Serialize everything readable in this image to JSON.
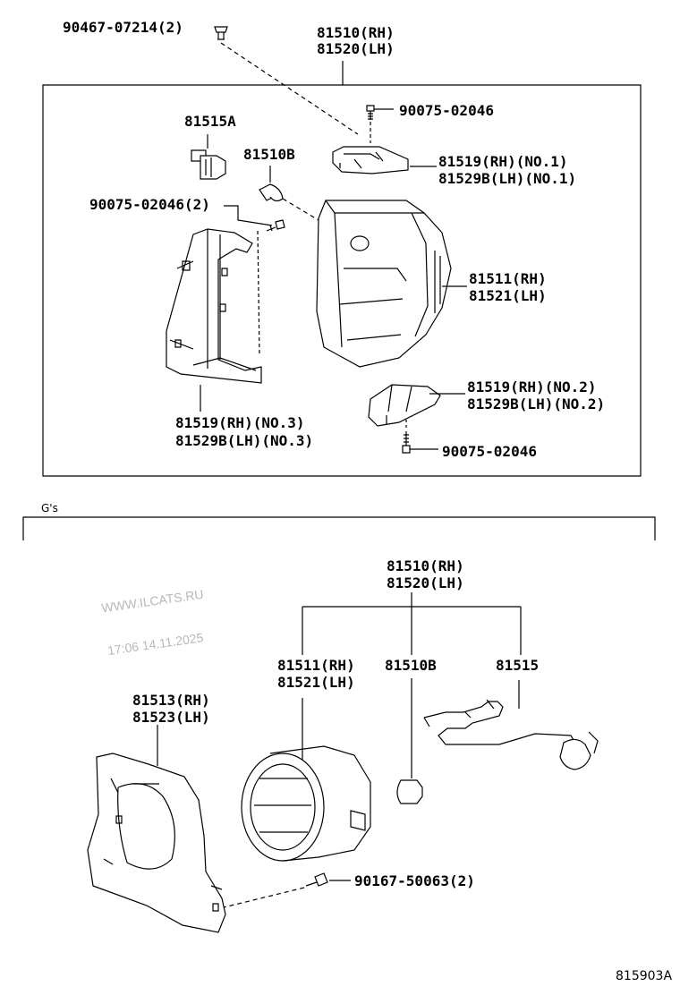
{
  "section_label": "G's",
  "watermark": {
    "line1": "WWW.ILCATS.RU",
    "line2": "17:06 14.11.2025"
  },
  "figure_number": "815903A",
  "top_assembly": {
    "part_top_line1": "81510(RH)",
    "part_top_line2": "81520(LH)",
    "clip": "90467-07214(2)",
    "screw_top": "90075-02046",
    "socket": "81515A",
    "bulb": "81510B",
    "screw_left": "90075-02046(2)",
    "bracket1_line1": "81519(RH)(NO.1)",
    "bracket1_line2": "81529B(LH)(NO.1)",
    "housing_line1": "81511(RH)",
    "housing_line2": "81521(LH)",
    "bracket2_line1": "81519(RH)(NO.2)",
    "bracket2_line2": "81529B(LH)(NO.2)",
    "bracket3_line1": "81519(RH)(NO.3)",
    "bracket3_line2": "81529B(LH)(NO.3)",
    "screw_bottom": "90075-02046"
  },
  "bottom_assembly": {
    "part_top_line1": "81510(RH)",
    "part_top_line2": "81520(LH)",
    "lamp_line1": "81511(RH)",
    "lamp_line2": "81521(LH)",
    "bulb": "81510B",
    "harness": "81515",
    "cover_line1": "81513(RH)",
    "cover_line2": "81523(LH)",
    "screw": "90167-50063(2)"
  },
  "colors": {
    "line": "#000000",
    "watermark": "#b8b8b8",
    "background": "#ffffff"
  }
}
